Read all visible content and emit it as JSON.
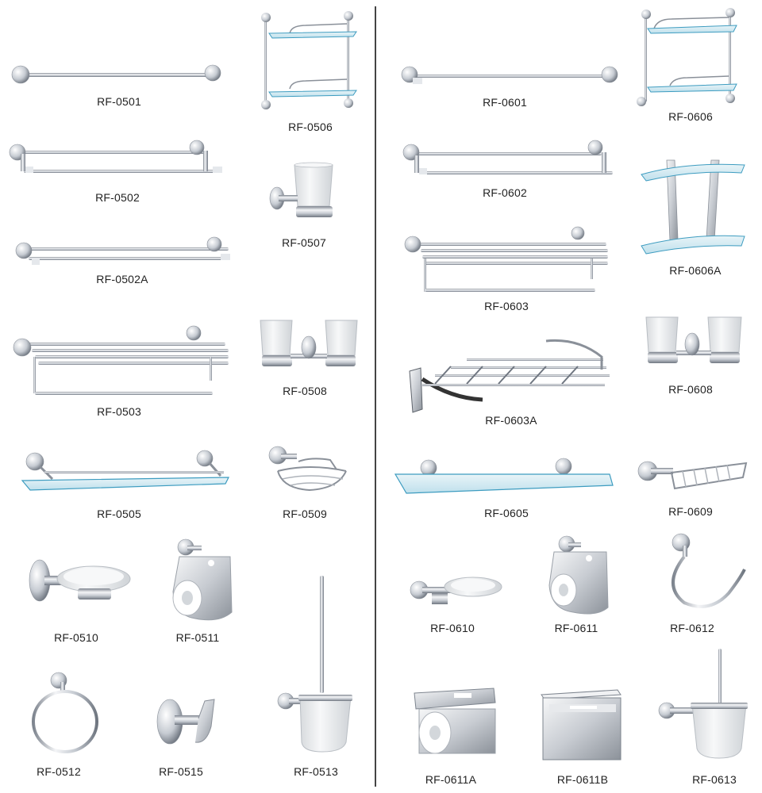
{
  "catalog": {
    "left_series": [
      {
        "code": "RF-0501",
        "product": "single-towel-bar"
      },
      {
        "code": "RF-0506",
        "product": "double-glass-shelf"
      },
      {
        "code": "RF-0502",
        "product": "double-towel-bar"
      },
      {
        "code": "RF-0507",
        "product": "tumbler-holder"
      },
      {
        "code": "RF-0502A",
        "product": "double-towel-bar"
      },
      {
        "code": "RF-0503",
        "product": "towel-rack"
      },
      {
        "code": "RF-0508",
        "product": "double-tumbler-holder"
      },
      {
        "code": "RF-0505",
        "product": "glass-shelf"
      },
      {
        "code": "RF-0509",
        "product": "soap-basket"
      },
      {
        "code": "RF-0510",
        "product": "soap-dish"
      },
      {
        "code": "RF-0511",
        "product": "toilet-paper-holder"
      },
      {
        "code": "RF-0512",
        "product": "towel-ring"
      },
      {
        "code": "RF-0515",
        "product": "robe-hook"
      },
      {
        "code": "RF-0513",
        "product": "toilet-brush-holder"
      }
    ],
    "right_series": [
      {
        "code": "RF-0601",
        "product": "single-towel-bar"
      },
      {
        "code": "RF-0606",
        "product": "double-glass-shelf"
      },
      {
        "code": "RF-0602",
        "product": "double-towel-bar"
      },
      {
        "code": "RF-0606A",
        "product": "corner-glass-shelf"
      },
      {
        "code": "RF-0603",
        "product": "towel-rack"
      },
      {
        "code": "RF-0603A",
        "product": "folding-towel-rack"
      },
      {
        "code": "RF-0608",
        "product": "double-tumbler-holder"
      },
      {
        "code": "RF-0605",
        "product": "glass-shelf"
      },
      {
        "code": "RF-0609",
        "product": "soap-basket"
      },
      {
        "code": "RF-0610",
        "product": "soap-dish"
      },
      {
        "code": "RF-0611",
        "product": "toilet-paper-holder"
      },
      {
        "code": "RF-0612",
        "product": "towel-ring"
      },
      {
        "code": "RF-0611A",
        "product": "covered-paper-holder"
      },
      {
        "code": "RF-0611B",
        "product": "paper-box"
      },
      {
        "code": "RF-0613",
        "product": "toilet-brush-holder"
      }
    ]
  },
  "colors": {
    "chrome_light": "#f2f3f5",
    "chrome_mid": "#c6cbd2",
    "chrome_dark": "#7d848e",
    "glass_edge": "#3d9cc0",
    "glass_fill": "#d9ecf3",
    "frosted": "#eceeef",
    "label_text": "#222222"
  }
}
